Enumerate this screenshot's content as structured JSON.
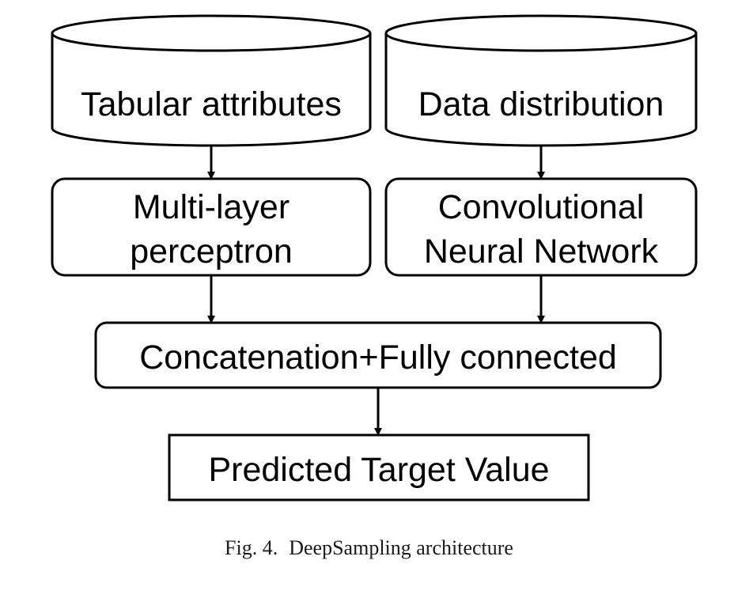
{
  "diagram": {
    "nodes": {
      "tabular": "Tabular attributes",
      "distribution": "Data distribution",
      "mlp_line1": "Multi-layer",
      "mlp_line2": "perceptron",
      "cnn_line1": "Convolutional",
      "cnn_line2": "Neural Network",
      "concat": "Concatenation+Fully connected",
      "output": "Predicted Target Value"
    }
  },
  "caption": {
    "label": "Fig. 4.",
    "text": "DeepSampling architecture"
  }
}
